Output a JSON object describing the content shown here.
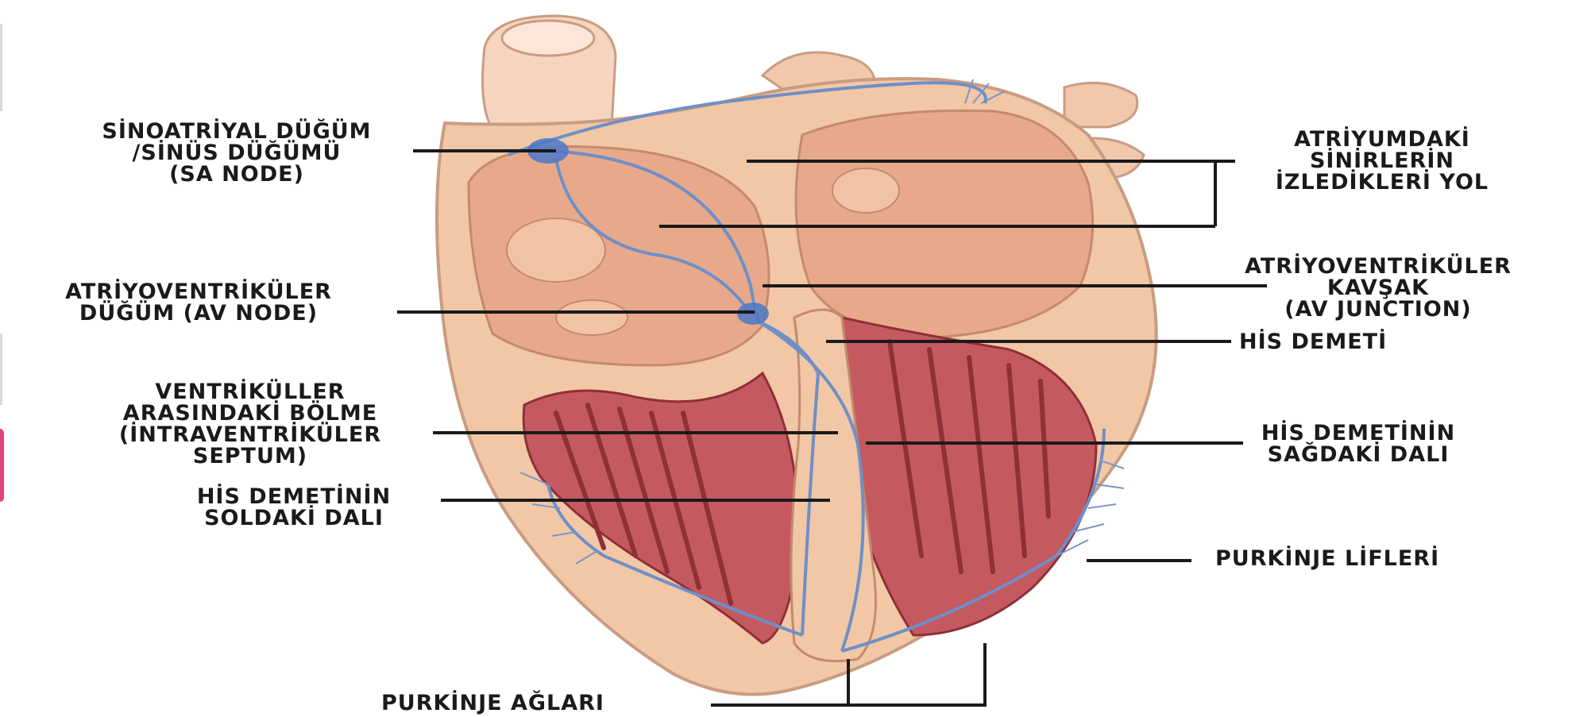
{
  "colors": {
    "background": "#ffffff",
    "tissue_outer": "#f1c7a6",
    "tissue_inner": "#e8a98a",
    "muscle": "#b9464f",
    "muscle_dark": "#8f2f38",
    "conduction": "#6f8fc6",
    "node": "#4c78c8",
    "vessel": "#f6d4bd",
    "leader": "#1a1a1a",
    "side_tab": "#e8407a"
  },
  "labels": {
    "sa_node": [
      "SİNOATRİYAL DÜĞÜM",
      "/SİNÜS DÜĞÜMÜ",
      "(SA NODE)"
    ],
    "av_node": [
      "ATRİYOVENTRİKÜLER",
      "DÜĞÜM (AV NODE)"
    ],
    "septum": [
      "VENTRİKÜLLER",
      "ARASINDAKİ BÖLME",
      "(İNTRAVENTRİKÜLER",
      "SEPTUM)"
    ],
    "left_branch": [
      "HİS DEMETİNİN",
      "SOLDAKİ DALI"
    ],
    "atrial_pathways": [
      "ATRİYUMDAKİ",
      "SİNİRLERİN",
      "İZLEDİKLERİ YOL"
    ],
    "av_junction": [
      "ATRİYOVENTRİKÜLER",
      "KAVŞAK",
      "(AV JUNCTION)"
    ],
    "his_bundle": [
      "HİS DEMETİ"
    ],
    "right_branch": [
      "HİS DEMETİNİN",
      "SAĞDAKİ DALI"
    ],
    "purkinje_fibers": [
      "PURKİNJE LİFLERİ"
    ],
    "purkinje_network": [
      "PURKİNJE AĞLARI"
    ]
  }
}
